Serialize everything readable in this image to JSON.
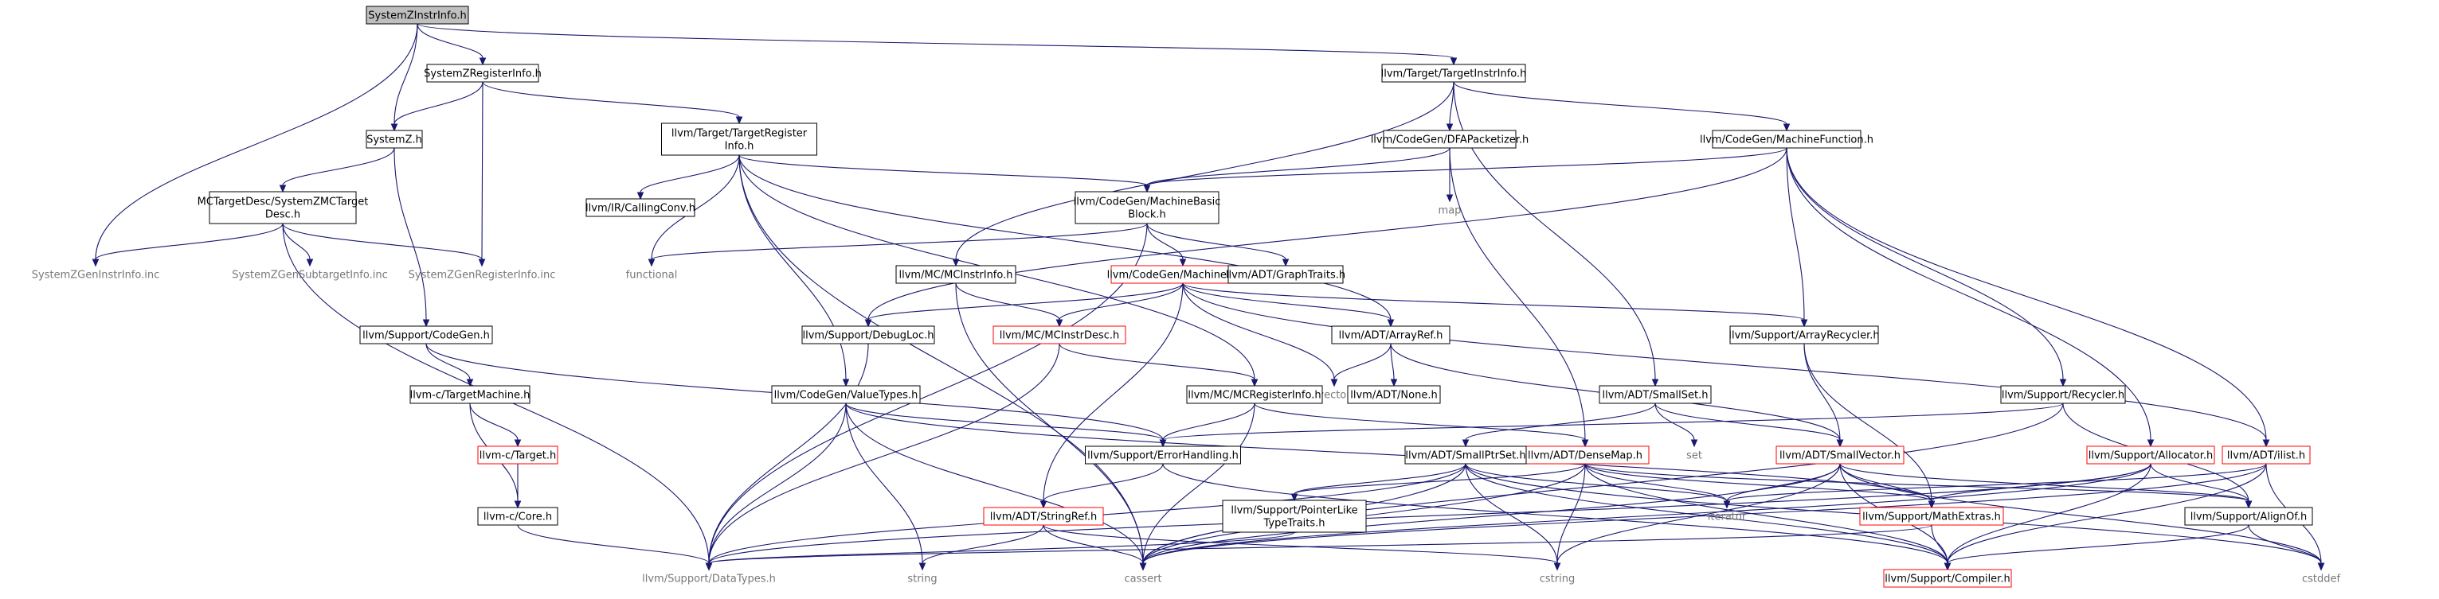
{
  "colors": {
    "edge": "#191970",
    "normal_border": "#000000",
    "incomplete_border": "#ff0000",
    "root_fill": "#bfbfbf",
    "external_text": "#777777"
  },
  "nodes": [
    {
      "id": "root",
      "lines": [
        "SystemZInstrInfo.h"
      ],
      "style": "root"
    },
    {
      "id": "zreg",
      "lines": [
        "SystemZRegisterInfo.h"
      ],
      "style": "normal"
    },
    {
      "id": "tii",
      "lines": [
        "llvm/Target/TargetInstrInfo.h"
      ],
      "style": "normal"
    },
    {
      "id": "systemz",
      "lines": [
        "SystemZ.h"
      ],
      "style": "normal"
    },
    {
      "id": "tri",
      "lines": [
        "llvm/Target/TargetRegister",
        "Info.h"
      ],
      "style": "normal"
    },
    {
      "id": "dfa",
      "lines": [
        "llvm/CodeGen/DFAPacketizer.h"
      ],
      "style": "normal"
    },
    {
      "id": "mf",
      "lines": [
        "llvm/CodeGen/MachineFunction.h"
      ],
      "style": "normal"
    },
    {
      "id": "mctd",
      "lines": [
        "MCTargetDesc/SystemZMCTarget",
        "Desc.h"
      ],
      "style": "normal"
    },
    {
      "id": "callconv",
      "lines": [
        "llvm/IR/CallingConv.h"
      ],
      "style": "normal"
    },
    {
      "id": "mbb",
      "lines": [
        "llvm/CodeGen/MachineBasic",
        "Block.h"
      ],
      "style": "normal"
    },
    {
      "id": "map",
      "lines": [
        "map"
      ],
      "style": "plain"
    },
    {
      "id": "geninstr",
      "lines": [
        "SystemZGenInstrInfo.inc"
      ],
      "style": "plain"
    },
    {
      "id": "gensub",
      "lines": [
        "SystemZGenSubtargetInfo.inc"
      ],
      "style": "plain"
    },
    {
      "id": "genreg",
      "lines": [
        "SystemZGenRegisterInfo.inc"
      ],
      "style": "plain"
    },
    {
      "id": "functional",
      "lines": [
        "functional"
      ],
      "style": "plain"
    },
    {
      "id": "mcinstrinfo",
      "lines": [
        "llvm/MC/MCInstrInfo.h"
      ],
      "style": "normal"
    },
    {
      "id": "mi",
      "lines": [
        "llvm/CodeGen/MachineInstr.h"
      ],
      "style": "red"
    },
    {
      "id": "graphtraits",
      "lines": [
        "llvm/ADT/GraphTraits.h"
      ],
      "style": "normal"
    },
    {
      "id": "codegen",
      "lines": [
        "llvm/Support/CodeGen.h"
      ],
      "style": "normal"
    },
    {
      "id": "debugloc",
      "lines": [
        "llvm/Support/DebugLoc.h"
      ],
      "style": "normal"
    },
    {
      "id": "mcinstrdesc",
      "lines": [
        "llvm/MC/MCInstrDesc.h"
      ],
      "style": "red"
    },
    {
      "id": "arrayref",
      "lines": [
        "llvm/ADT/ArrayRef.h"
      ],
      "style": "normal"
    },
    {
      "id": "arrayrecycler",
      "lines": [
        "llvm/Support/ArrayRecycler.h"
      ],
      "style": "normal"
    },
    {
      "id": "vector",
      "lines": [
        "vector"
      ],
      "style": "plain"
    },
    {
      "id": "none",
      "lines": [
        "llvm/ADT/None.h"
      ],
      "style": "normal"
    },
    {
      "id": "targetmachine",
      "lines": [
        "llvm-c/TargetMachine.h"
      ],
      "style": "normal"
    },
    {
      "id": "valuetypes",
      "lines": [
        "llvm/CodeGen/ValueTypes.h"
      ],
      "style": "normal"
    },
    {
      "id": "mcreginfo",
      "lines": [
        "llvm/MC/MCRegisterInfo.h"
      ],
      "style": "normal"
    },
    {
      "id": "smallset",
      "lines": [
        "llvm/ADT/SmallSet.h"
      ],
      "style": "normal"
    },
    {
      "id": "recycler",
      "lines": [
        "llvm/Support/Recycler.h"
      ],
      "style": "normal"
    },
    {
      "id": "ctarget",
      "lines": [
        "llvm-c/Target.h"
      ],
      "style": "red"
    },
    {
      "id": "errorhandling",
      "lines": [
        "llvm/Support/ErrorHandling.h"
      ],
      "style": "normal"
    },
    {
      "id": "densemap",
      "lines": [
        "llvm/ADT/DenseMap.h"
      ],
      "style": "red"
    },
    {
      "id": "set",
      "lines": [
        "set"
      ],
      "style": "plain"
    },
    {
      "id": "smallptrset",
      "lines": [
        "llvm/ADT/SmallPtrSet.h"
      ],
      "style": "normal"
    },
    {
      "id": "smallvector",
      "lines": [
        "llvm/ADT/SmallVector.h"
      ],
      "style": "red"
    },
    {
      "id": "allocator",
      "lines": [
        "llvm/Support/Allocator.h"
      ],
      "style": "red"
    },
    {
      "id": "ilist",
      "lines": [
        "llvm/ADT/ilist.h"
      ],
      "style": "red"
    },
    {
      "id": "ccore",
      "lines": [
        "llvm-c/Core.h"
      ],
      "style": "normal"
    },
    {
      "id": "ptrlike",
      "lines": [
        "llvm/Support/PointerLike",
        "TypeTraits.h"
      ],
      "style": "normal"
    },
    {
      "id": "stringref",
      "lines": [
        "llvm/ADT/StringRef.h"
      ],
      "style": "red"
    },
    {
      "id": "iterator",
      "lines": [
        "iterator"
      ],
      "style": "plain"
    },
    {
      "id": "mathextras",
      "lines": [
        "llvm/Support/MathExtras.h"
      ],
      "style": "red"
    },
    {
      "id": "alignof",
      "lines": [
        "llvm/Support/AlignOf.h"
      ],
      "style": "normal"
    },
    {
      "id": "datatypes",
      "lines": [
        "llvm/Support/DataTypes.h"
      ],
      "style": "plain"
    },
    {
      "id": "string",
      "lines": [
        "string"
      ],
      "style": "plain"
    },
    {
      "id": "cassert",
      "lines": [
        "cassert"
      ],
      "style": "plain"
    },
    {
      "id": "cstring",
      "lines": [
        "cstring"
      ],
      "style": "plain"
    },
    {
      "id": "compiler",
      "lines": [
        "llvm/Support/Compiler.h"
      ],
      "style": "red"
    },
    {
      "id": "cstddef",
      "lines": [
        "cstddef"
      ],
      "style": "plain"
    }
  ],
  "edges": [
    [
      "root",
      "zreg"
    ],
    [
      "root",
      "tii"
    ],
    [
      "root",
      "systemz"
    ],
    [
      "root",
      "geninstr"
    ],
    [
      "zreg",
      "systemz"
    ],
    [
      "zreg",
      "tri"
    ],
    [
      "zreg",
      "genreg"
    ],
    [
      "tii",
      "dfa"
    ],
    [
      "tii",
      "mf"
    ],
    [
      "tii",
      "smallset"
    ],
    [
      "tii",
      "mcinstrinfo"
    ],
    [
      "systemz",
      "mctd"
    ],
    [
      "systemz",
      "codegen"
    ],
    [
      "tri",
      "callconv"
    ],
    [
      "tri",
      "mbb"
    ],
    [
      "tri",
      "functional"
    ],
    [
      "tri",
      "valuetypes"
    ],
    [
      "tri",
      "arrayref"
    ],
    [
      "tri",
      "mcreginfo"
    ],
    [
      "tri",
      "cassert"
    ],
    [
      "dfa",
      "mbb"
    ],
    [
      "dfa",
      "map"
    ],
    [
      "dfa",
      "densemap"
    ],
    [
      "mf",
      "mbb"
    ],
    [
      "mf",
      "debugloc"
    ],
    [
      "mf",
      "arrayrecycler"
    ],
    [
      "mf",
      "recycler"
    ],
    [
      "mf",
      "allocator"
    ],
    [
      "mf",
      "ilist"
    ],
    [
      "mctd",
      "geninstr"
    ],
    [
      "mctd",
      "gensub"
    ],
    [
      "mctd",
      "genreg"
    ],
    [
      "mctd",
      "datatypes"
    ],
    [
      "mbb",
      "functional"
    ],
    [
      "mbb",
      "mi"
    ],
    [
      "mbb",
      "graphtraits"
    ],
    [
      "mbb",
      "datatypes"
    ],
    [
      "mcinstrinfo",
      "mcinstrdesc"
    ],
    [
      "mcinstrinfo",
      "cassert"
    ],
    [
      "mi",
      "debugloc"
    ],
    [
      "mi",
      "mcinstrdesc"
    ],
    [
      "mi",
      "arrayref"
    ],
    [
      "mi",
      "arrayrecycler"
    ],
    [
      "mi",
      "vector"
    ],
    [
      "mi",
      "ilist"
    ],
    [
      "mi",
      "stringref"
    ],
    [
      "codegen",
      "targetmachine"
    ],
    [
      "codegen",
      "errorhandling"
    ],
    [
      "debugloc",
      "datatypes"
    ],
    [
      "mcinstrdesc",
      "mcreginfo"
    ],
    [
      "mcinstrdesc",
      "datatypes"
    ],
    [
      "arrayref",
      "vector"
    ],
    [
      "arrayref",
      "none"
    ],
    [
      "arrayref",
      "smallvector"
    ],
    [
      "arrayrecycler",
      "smallvector"
    ],
    [
      "arrayrecycler",
      "mathextras"
    ],
    [
      "targetmachine",
      "ctarget"
    ],
    [
      "targetmachine",
      "ccore"
    ],
    [
      "valuetypes",
      "errorhandling"
    ],
    [
      "valuetypes",
      "mathextras"
    ],
    [
      "valuetypes",
      "datatypes"
    ],
    [
      "valuetypes",
      "string"
    ],
    [
      "valuetypes",
      "cassert"
    ],
    [
      "mcreginfo",
      "errorhandling"
    ],
    [
      "mcreginfo",
      "densemap"
    ],
    [
      "mcreginfo",
      "cassert"
    ],
    [
      "smallset",
      "smallptrset"
    ],
    [
      "smallset",
      "smallvector"
    ],
    [
      "smallset",
      "set"
    ],
    [
      "recycler",
      "errorhandling"
    ],
    [
      "recycler",
      "alignof"
    ],
    [
      "recycler",
      "cassert"
    ],
    [
      "ctarget",
      "ccore"
    ],
    [
      "errorhandling",
      "stringref"
    ],
    [
      "errorhandling",
      "compiler"
    ],
    [
      "densemap",
      "ptrlike"
    ],
    [
      "densemap",
      "mathextras"
    ],
    [
      "densemap",
      "alignof"
    ],
    [
      "densemap",
      "iterator"
    ],
    [
      "densemap",
      "cassert"
    ],
    [
      "densemap",
      "cstring"
    ],
    [
      "densemap",
      "compiler"
    ],
    [
      "smallptrset",
      "ptrlike"
    ],
    [
      "smallptrset",
      "datatypes"
    ],
    [
      "smallptrset",
      "iterator"
    ],
    [
      "smallptrset",
      "cassert"
    ],
    [
      "smallptrset",
      "cstring"
    ],
    [
      "smallptrset",
      "compiler"
    ],
    [
      "smallptrset",
      "cstddef"
    ],
    [
      "smallvector",
      "mathextras"
    ],
    [
      "smallvector",
      "alignof"
    ],
    [
      "smallvector",
      "iterator"
    ],
    [
      "smallvector",
      "cassert"
    ],
    [
      "smallvector",
      "cstring"
    ],
    [
      "smallvector",
      "compiler"
    ],
    [
      "smallvector",
      "cstddef"
    ],
    [
      "allocator",
      "mathextras"
    ],
    [
      "allocator",
      "alignof"
    ],
    [
      "allocator",
      "compiler"
    ],
    [
      "allocator",
      "datatypes"
    ],
    [
      "allocator",
      "cassert"
    ],
    [
      "ilist",
      "iterator"
    ],
    [
      "ilist",
      "cassert"
    ],
    [
      "ilist",
      "cstddef"
    ],
    [
      "ilist",
      "compiler"
    ],
    [
      "ccore",
      "datatypes"
    ],
    [
      "ptrlike",
      "datatypes"
    ],
    [
      "stringref",
      "string"
    ],
    [
      "stringref",
      "cassert"
    ],
    [
      "stringref",
      "cstring"
    ],
    [
      "mathextras",
      "datatypes"
    ],
    [
      "mathextras",
      "compiler"
    ],
    [
      "alignof",
      "compiler"
    ],
    [
      "alignof",
      "cstddef"
    ]
  ]
}
